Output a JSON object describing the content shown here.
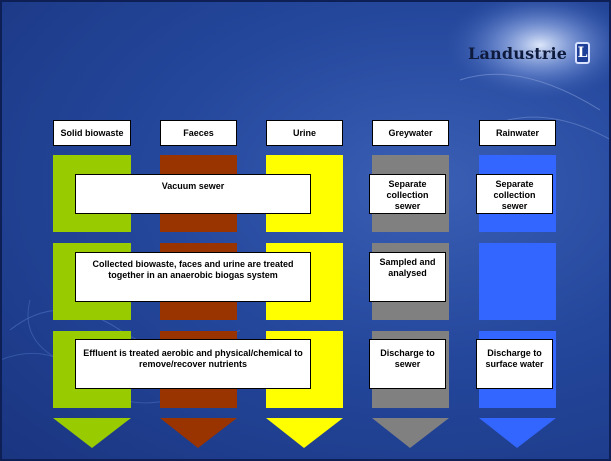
{
  "logo": {
    "name": "Landustrie",
    "mark": "L"
  },
  "colors": {
    "background": "#24479c",
    "solid_biowaste": "#99cc00",
    "faeces": "#993300",
    "urine": "#ffff00",
    "greywater": "#808080",
    "rainwater": "#3366ff"
  },
  "columns": [
    {
      "label": "Solid biowaste"
    },
    {
      "label": "Faeces"
    },
    {
      "label": "Urine"
    },
    {
      "label": "Greywater"
    },
    {
      "label": "Rainwater"
    }
  ],
  "combined_stages": {
    "vacuum_sewer": "Vacuum sewer",
    "anaerobic_treatment": "Collected biowaste, faces and urine are treated together in an anaerobic biogas system",
    "aerobic_treatment": "Effluent is treated aerobic and physical/chemical to remove/recover nutrients"
  },
  "greywater_stages": {
    "collection": "Separate collection sewer",
    "sampling": "Sampled and analysed",
    "discharge": "Discharge to sewer"
  },
  "rainwater_stages": {
    "collection": "Separate collection sewer",
    "discharge": "Discharge to surface water"
  }
}
